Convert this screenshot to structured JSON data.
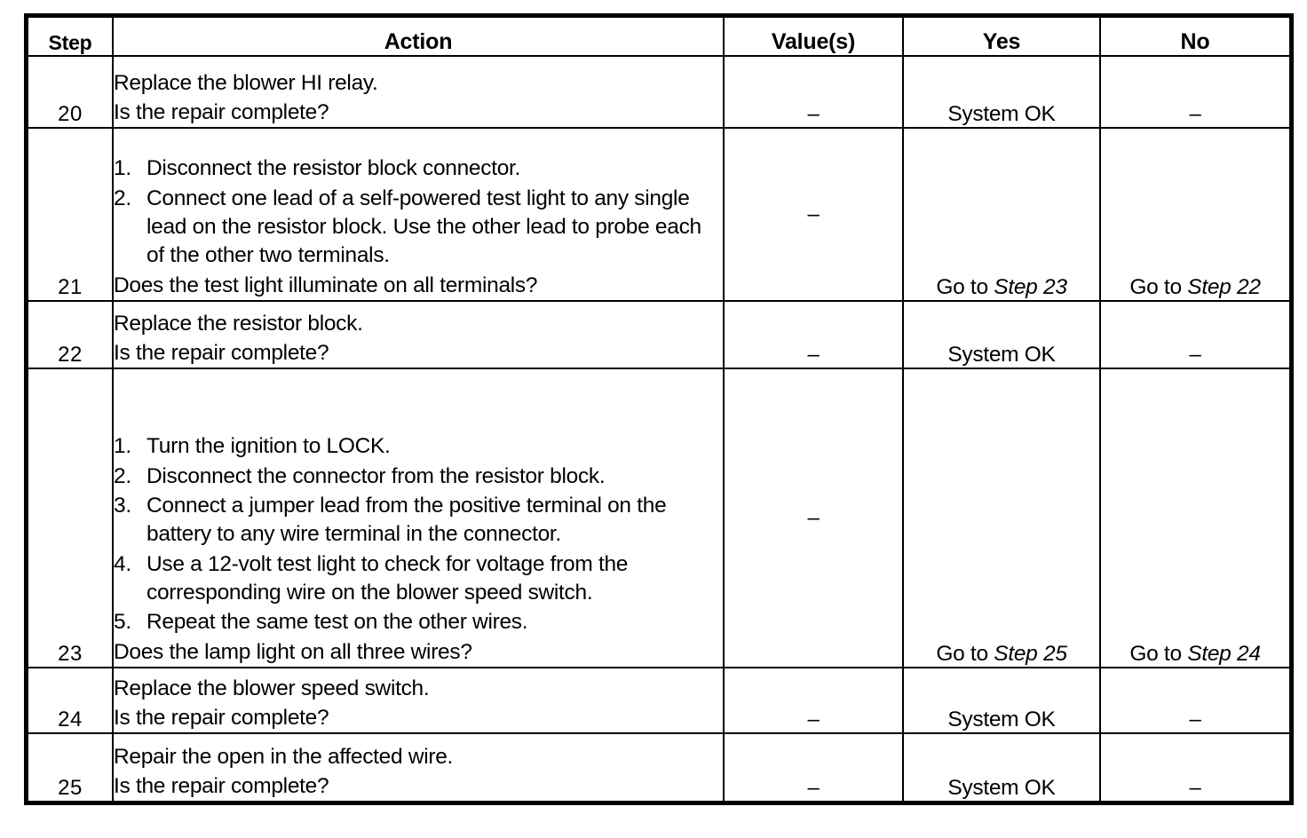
{
  "table": {
    "columns": [
      {
        "key": "step",
        "label": "Step"
      },
      {
        "key": "action",
        "label": "Action"
      },
      {
        "key": "value",
        "label": "Value(s)"
      },
      {
        "key": "yes",
        "label": "Yes"
      },
      {
        "key": "no",
        "label": "No"
      }
    ],
    "rows": [
      {
        "step": "20",
        "action_lines": [
          "Replace the blower HI relay.",
          "Is the repair complete?"
        ],
        "value": "–",
        "yes": "System OK",
        "no": "–"
      },
      {
        "step": "21",
        "numbered": [
          {
            "num": "1.",
            "text": "Disconnect the resistor block connector."
          },
          {
            "num": "2.",
            "text": "Connect one lead of a self-powered test light to any single lead on the resistor block. Use the other lead to probe each of the other two terminals."
          }
        ],
        "question": "Does the test light illuminate on all terminals?",
        "value": "–",
        "yes_prefix": "Go to ",
        "yes_italic": "Step 23",
        "no_prefix": "Go to ",
        "no_italic": "Step 22"
      },
      {
        "step": "22",
        "action_lines": [
          "Replace the resistor block.",
          "Is the repair complete?"
        ],
        "value": "–",
        "yes": "System OK",
        "no": "–"
      },
      {
        "step": "23",
        "numbered": [
          {
            "num": "1.",
            "text": "Turn the ignition to LOCK."
          },
          {
            "num": "2.",
            "text": "Disconnect the connector from the resistor block."
          },
          {
            "num": "3.",
            "text": "Connect a jumper lead from the positive terminal on the battery to any wire terminal in the connector."
          },
          {
            "num": "4.",
            "text": "Use a 12-volt test light to check for voltage from the corresponding wire on the blower speed switch."
          },
          {
            "num": "5.",
            "text": "Repeat the same test on the other wires."
          }
        ],
        "question": "Does the lamp light on all three wires?",
        "value": "–",
        "yes_prefix": "Go to ",
        "yes_italic": "Step 25",
        "no_prefix": "Go to ",
        "no_italic": "Step 24"
      },
      {
        "step": "24",
        "action_lines": [
          "Replace the blower speed switch.",
          "Is the repair complete?"
        ],
        "value": "–",
        "yes": "System OK",
        "no": "–"
      },
      {
        "step": "25",
        "action_lines": [
          "Repair the open in the affected wire.",
          "Is the repair complete?"
        ],
        "value": "–",
        "yes": "System OK",
        "no": "–"
      }
    ]
  }
}
